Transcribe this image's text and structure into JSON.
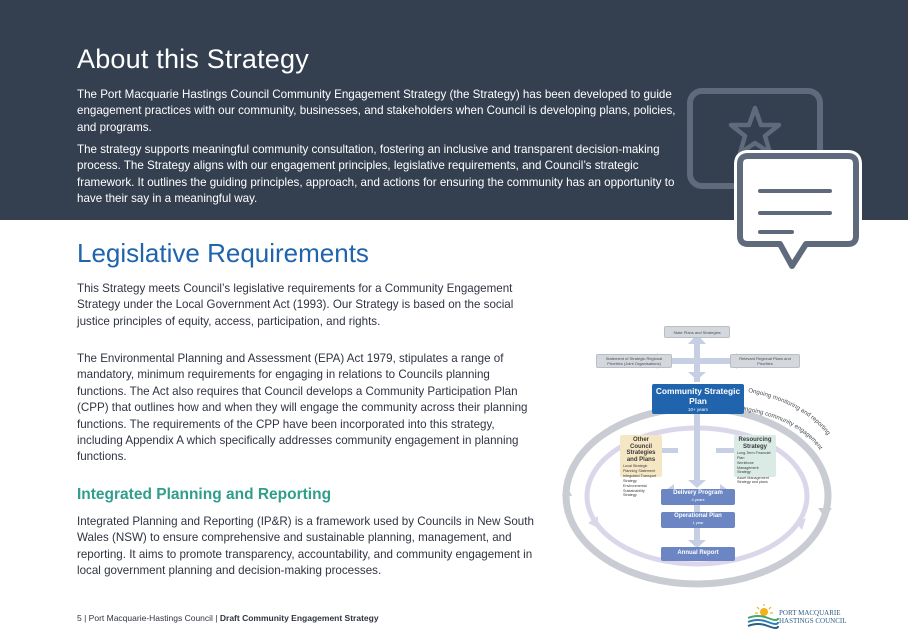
{
  "about": {
    "title": "About this Strategy",
    "paragraphs": [
      "The Port Macquarie Hastings Council Community Engagement Strategy (the Strategy) has been developed to guide engagement practices with our community, businesses, and stakeholders when Council is developing plans, policies, and programs.",
      "The strategy supports meaningful community consultation, fostering an inclusive and transparent decision-making process. The Strategy aligns with our engagement principles, legislative requirements, and Council’s strategic framework. It outlines the guiding principles, approach, and actions for ensuring the community has an opportunity to have their say in a meaningful way."
    ],
    "icon": "chat-star-icon"
  },
  "legislative": {
    "title": "Legislative Requirements",
    "paragraphs": [
      "This Strategy meets Council’s legislative requirements for a Community Engagement Strategy under the Local Government Act (1993). Our Strategy is based on the social justice principles of equity, access, participation, and rights.",
      "The Environmental Planning and Assessment (EPA) Act 1979, stipulates a range of mandatory, minimum requirements for engaging in relations to Councils planning functions.  The Act also requires that Council develops a Community Participation Plan (CPP) that outlines how and when they will engage the community across their planning functions.  The requirements of the CPP have been incorporated into this strategy, including Appendix A which specifically addresses community engagement in planning functions."
    ]
  },
  "ipr": {
    "title": "Integrated Planning and Reporting",
    "paragraph": "Integrated Planning and Reporting (IP&R) is a framework used by Councils in New South Wales (NSW) to ensure comprehensive and sustainable planning, management, and reporting. It aims to promote transparency, accountability, and community engagement in local government planning and decision-making processes."
  },
  "diagram": {
    "state_plans": "State Plans and Strategies",
    "regional_strategic": "Statement of Strategic Regional Priorities (Joint Organisations)",
    "relevant_regional": "Relevant Regional Plans and Priorities",
    "csp_title": "Community Strategic Plan",
    "csp_sub": "10+ years",
    "other_title": "Other Council Strategies and Plans",
    "other_items": [
      "Local Strategic Planning Statement",
      "Integrated Transport Strategy",
      "Environmental Sustainability Strategy"
    ],
    "resourcing_title": "Resourcing Strategy",
    "resourcing_items": [
      "Long-Term Financial Plan",
      "Workforce Management Strategy",
      "Asset Management Strategy and plans"
    ],
    "delivery_title": "Delivery Program",
    "delivery_sub": "4 years",
    "operational_title": "Operational Plan",
    "operational_sub": "1 year",
    "annual_report": "Annual Report",
    "ring_outer": "Ongoing monitoring and reporting",
    "ring_inner": "Ongoing community engagement",
    "colors": {
      "navy": "#1f64ad",
      "mid": "#6b86c2",
      "ring": "#c9ccd2",
      "inner_ring": "#dcd6ea"
    }
  },
  "footer": {
    "page": "5",
    "council": "| Port Macquarie-Hastings Council |",
    "document": "Draft Community Engagement Strategy"
  },
  "logo": {
    "line1": "PORT MACQUARIE",
    "line2": "HASTINGS COUNCIL"
  },
  "colors": {
    "header_bg": "#344050",
    "heading_blue": "#1f64ad",
    "heading_teal": "#2f9e8a"
  }
}
